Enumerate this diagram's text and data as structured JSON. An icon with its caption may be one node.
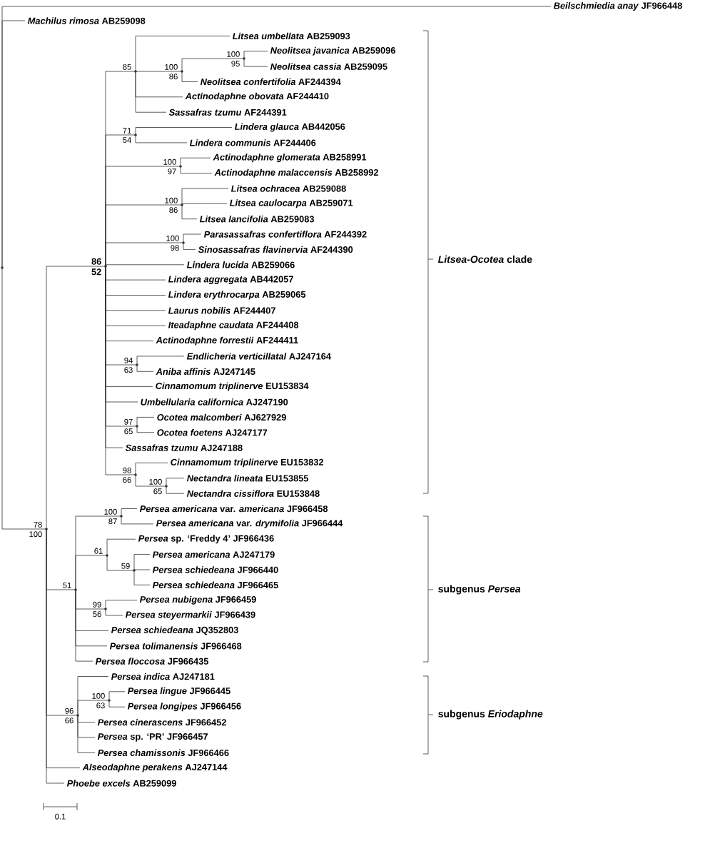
{
  "diagram": {
    "nodes": [
      {
        "text": [
          "*Beilschmiedia anay* JF966448"
        ]
      },
      {
        "text": [
          "*Machilus rimosa* AB259098"
        ]
      },
      {
        "text": [
          "*Litsea umbellata* AB259093"
        ]
      },
      {
        "text": [
          "*Neolitsea javanica* AB259096"
        ]
      },
      {
        "text": [
          "*Neolitsea cassia* AB259095"
        ]
      },
      {
        "text": [
          "*Neolitsea confertifolia* AF244394"
        ]
      },
      {
        "text": [
          "*Actinodaphne obovata* AF244410"
        ]
      },
      {
        "text": [
          "*Sassafras tzumu* AF244391"
        ]
      },
      {
        "text": [
          "*Lindera glauca* AB442056"
        ]
      },
      {
        "text": [
          "*Lindera communis* AF244406"
        ]
      },
      {
        "text": [
          "*Actinodaphne glomerata* AB258991"
        ]
      },
      {
        "text": [
          "*Actinodaphne malaccensis* AB258992"
        ]
      },
      {
        "text": [
          "*Litsea ochracea* AB259088"
        ]
      },
      {
        "text": [
          "*Litsea caulocarpa* AB259071"
        ]
      },
      {
        "text": [
          "*Litsea lancifolia* AB259083"
        ]
      },
      {
        "text": [
          "*Parasassafras confertiflora* AF244392"
        ]
      },
      {
        "text": [
          "*Sinosassafras flavinervia* AF244390"
        ]
      },
      {
        "text": [
          "*Lindera lucida* AB259066"
        ]
      },
      {
        "text": [
          "*Lindera aggregata* AB442057"
        ]
      },
      {
        "text": [
          "*Lindera erythrocarpa* AB259065"
        ]
      },
      {
        "text": [
          "*Laurus nobilis* AF244407"
        ]
      },
      {
        "text": [
          "*Iteadaphne caudata* AF244408"
        ]
      },
      {
        "text": [
          "*Actinodaphne forrestii* AF244411"
        ]
      },
      {
        "text": [
          "*Endlicheria verticillatal* AJ247164"
        ]
      },
      {
        "text": [
          "*Aniba affinis* AJ247145"
        ]
      },
      {
        "text": [
          "*Cinnamomum triplinerve* EU153834"
        ]
      },
      {
        "text": [
          "*Umbellularia californica* AJ247190"
        ]
      },
      {
        "text": [
          "*Ocotea malcomberi* AJ627929"
        ]
      },
      {
        "text": [
          "*Ocotea foetens* AJ247177"
        ]
      },
      {
        "text": [
          "*Sassafras tzumu* AJ247188"
        ]
      },
      {
        "text": [
          "*Cinnamomum triplinerve* EU153832"
        ]
      },
      {
        "text": [
          "*Nectandra lineata* EU153855"
        ]
      },
      {
        "text": [
          "*Nectandra cissiflora* EU153848"
        ]
      },
      {
        "text": [
          "*Persea americana* var. *americana* JF966458"
        ]
      },
      {
        "text": [
          "*Persea americana* var. *drymifolia* JF966444"
        ]
      },
      {
        "text": [
          "*Persea* sp. ‘Freddy 4’ JF966436"
        ]
      },
      {
        "text": [
          "*Persea americana* AJ247179"
        ]
      },
      {
        "text": [
          "*Persea schiedeana* JF966440"
        ]
      },
      {
        "text": [
          "*Persea schiedeana* JF966465"
        ]
      },
      {
        "text": [
          "*Persea nubigena* JF966459"
        ]
      },
      {
        "text": [
          "*Persea steyermarkii* JF966439"
        ]
      },
      {
        "text": [
          "*Persea schiedeana* JQ352803"
        ]
      },
      {
        "text": [
          "*Persea tolimanensis* JF966468"
        ]
      },
      {
        "text": [
          "*Persea floccosa* JF966435"
        ]
      },
      {
        "text": [
          "*Persea indica* AJ247181"
        ]
      },
      {
        "text": [
          "*Persea lingue* JF966445"
        ]
      },
      {
        "text": [
          "*Persea longipes* JF966456"
        ]
      },
      {
        "text": [
          "*Persea cinerascens* JF966452"
        ]
      },
      {
        "text": [
          "*Persea* sp. ‘PR’ JF966457"
        ]
      },
      {
        "text": [
          "*Persea chamissonis* JF966466"
        ]
      },
      {
        "text": [
          "*Alseodaphne perakens* AJ247144"
        ]
      },
      {
        "text": [
          "*Phoebe excels* AB259099"
        ]
      },
      {
        "text": [],
        "shape": "point"
      },
      {
        "text": [],
        "shape": "point",
        "beside": [
          "78",
          "100"
        ]
      },
      {
        "text": [],
        "shape": "point",
        "beside": [
          "86",
          "52"
        ]
      },
      {
        "text": [],
        "shape": "point",
        "beside": [
          "85"
        ]
      },
      {
        "text": [],
        "shape": "point",
        "beside": [
          "100",
          "86"
        ]
      },
      {
        "text": [],
        "shape": "point",
        "beside": [
          "100",
          "95"
        ]
      },
      {
        "text": [],
        "shape": "point",
        "beside": [
          "71",
          "54"
        ]
      },
      {
        "text": [],
        "shape": "point",
        "beside": [
          "100",
          "97"
        ]
      },
      {
        "text": [],
        "shape": "point",
        "beside": [
          "100",
          "86"
        ]
      },
      {
        "text": [],
        "shape": "point",
        "beside": [
          "100",
          "98"
        ]
      },
      {
        "text": [],
        "shape": "point",
        "beside": [
          "94",
          "63"
        ]
      },
      {
        "text": [],
        "shape": "point",
        "beside": [
          "97",
          "65"
        ]
      },
      {
        "text": [],
        "shape": "point",
        "beside": [
          "98",
          "66"
        ]
      },
      {
        "text": [],
        "shape": "point",
        "beside": [
          "100",
          "65"
        ]
      },
      {
        "text": [],
        "shape": "point",
        "beside": [
          "51"
        ]
      },
      {
        "text": [],
        "shape": "point",
        "beside": [
          "100",
          "87"
        ]
      },
      {
        "text": [],
        "shape": "point",
        "beside": [
          "61"
        ]
      },
      {
        "text": [],
        "shape": "point",
        "beside": [
          "59"
        ]
      },
      {
        "text": [],
        "shape": "point",
        "beside": [
          "99",
          "56"
        ]
      },
      {
        "text": [],
        "shape": "point",
        "beside": [
          "96",
          "66"
        ]
      },
      {
        "text": [],
        "shape": "point",
        "beside": [
          "100",
          "63"
        ]
      }
    ],
    "edges": [
      {
        "from": 52,
        "to": 0,
        "arrow": "none"
      },
      {
        "from": 52,
        "to": 1,
        "arrow": "none"
      },
      {
        "from": 52,
        "to": 53,
        "arrow": "none"
      },
      {
        "from": 53,
        "to": 54,
        "arrow": "none"
      },
      {
        "from": 53,
        "to": 66,
        "arrow": "none"
      },
      {
        "from": 53,
        "to": 71,
        "arrow": "none"
      },
      {
        "from": 53,
        "to": 50,
        "arrow": "none"
      },
      {
        "from": 53,
        "to": 51,
        "arrow": "none"
      },
      {
        "from": 54,
        "to": 55,
        "arrow": "none"
      },
      {
        "from": 55,
        "to": 2,
        "arrow": "none"
      },
      {
        "from": 55,
        "to": 56,
        "arrow": "none"
      },
      {
        "from": 56,
        "to": 57,
        "arrow": "none"
      },
      {
        "from": 57,
        "to": 3,
        "arrow": "none"
      },
      {
        "from": 57,
        "to": 4,
        "arrow": "none"
      },
      {
        "from": 56,
        "to": 5,
        "arrow": "none"
      },
      {
        "from": 55,
        "to": 6,
        "arrow": "none"
      },
      {
        "from": 55,
        "to": 7,
        "arrow": "none"
      },
      {
        "from": 54,
        "to": 58,
        "arrow": "none"
      },
      {
        "from": 58,
        "to": 8,
        "arrow": "none"
      },
      {
        "from": 58,
        "to": 9,
        "arrow": "none"
      },
      {
        "from": 54,
        "to": 59,
        "arrow": "none"
      },
      {
        "from": 59,
        "to": 10,
        "arrow": "none"
      },
      {
        "from": 59,
        "to": 11,
        "arrow": "none"
      },
      {
        "from": 54,
        "to": 60,
        "arrow": "none"
      },
      {
        "from": 60,
        "to": 12,
        "arrow": "none"
      },
      {
        "from": 60,
        "to": 13,
        "arrow": "none"
      },
      {
        "from": 60,
        "to": 14,
        "arrow": "none"
      },
      {
        "from": 54,
        "to": 61,
        "arrow": "none"
      },
      {
        "from": 61,
        "to": 15,
        "arrow": "none"
      },
      {
        "from": 61,
        "to": 16,
        "arrow": "none"
      },
      {
        "from": 54,
        "to": 17,
        "arrow": "none"
      },
      {
        "from": 54,
        "to": 18,
        "arrow": "none"
      },
      {
        "from": 54,
        "to": 19,
        "arrow": "none"
      },
      {
        "from": 54,
        "to": 20,
        "arrow": "none"
      },
      {
        "from": 54,
        "to": 21,
        "arrow": "none"
      },
      {
        "from": 54,
        "to": 22,
        "arrow": "none"
      },
      {
        "from": 54,
        "to": 62,
        "arrow": "none"
      },
      {
        "from": 62,
        "to": 23,
        "arrow": "none"
      },
      {
        "from": 62,
        "to": 24,
        "arrow": "none"
      },
      {
        "from": 54,
        "to": 25,
        "arrow": "none"
      },
      {
        "from": 54,
        "to": 26,
        "arrow": "none"
      },
      {
        "from": 54,
        "to": 63,
        "arrow": "none"
      },
      {
        "from": 63,
        "to": 27,
        "arrow": "none"
      },
      {
        "from": 63,
        "to": 28,
        "arrow": "none"
      },
      {
        "from": 54,
        "to": 29,
        "arrow": "none"
      },
      {
        "from": 54,
        "to": 64,
        "arrow": "none"
      },
      {
        "from": 64,
        "to": 30,
        "arrow": "none"
      },
      {
        "from": 64,
        "to": 65,
        "arrow": "none"
      },
      {
        "from": 65,
        "to": 31,
        "arrow": "none"
      },
      {
        "from": 65,
        "to": 32,
        "arrow": "none"
      },
      {
        "from": 66,
        "to": 67,
        "arrow": "none"
      },
      {
        "from": 67,
        "to": 33,
        "arrow": "none"
      },
      {
        "from": 67,
        "to": 34,
        "arrow": "none"
      },
      {
        "from": 66,
        "to": 68,
        "arrow": "none"
      },
      {
        "from": 68,
        "to": 35,
        "arrow": "none"
      },
      {
        "from": 68,
        "to": 69,
        "arrow": "none"
      },
      {
        "from": 69,
        "to": 36,
        "arrow": "none"
      },
      {
        "from": 69,
        "to": 37,
        "arrow": "none"
      },
      {
        "from": 69,
        "to": 38,
        "arrow": "none"
      },
      {
        "from": 66,
        "to": 70,
        "arrow": "none"
      },
      {
        "from": 70,
        "to": 39,
        "arrow": "none"
      },
      {
        "from": 70,
        "to": 40,
        "arrow": "none"
      },
      {
        "from": 66,
        "to": 41,
        "arrow": "none"
      },
      {
        "from": 66,
        "to": 42,
        "arrow": "none"
      },
      {
        "from": 66,
        "to": 43,
        "arrow": "none"
      },
      {
        "from": 71,
        "to": 44,
        "arrow": "none"
      },
      {
        "from": 71,
        "to": 72,
        "arrow": "none"
      },
      {
        "from": 72,
        "to": 45,
        "arrow": "none"
      },
      {
        "from": 72,
        "to": 46,
        "arrow": "none"
      },
      {
        "from": 71,
        "to": 47,
        "arrow": "none"
      },
      {
        "from": 71,
        "to": 48,
        "arrow": "none"
      },
      {
        "from": 71,
        "to": 49,
        "arrow": "none"
      }
    ],
    "labels": [
      "*Litsea-Ocotea* clade",
      "subgenus *Persea*",
      "subgenus *Eriodaphne*",
      "0.1"
    ]
  }
}
